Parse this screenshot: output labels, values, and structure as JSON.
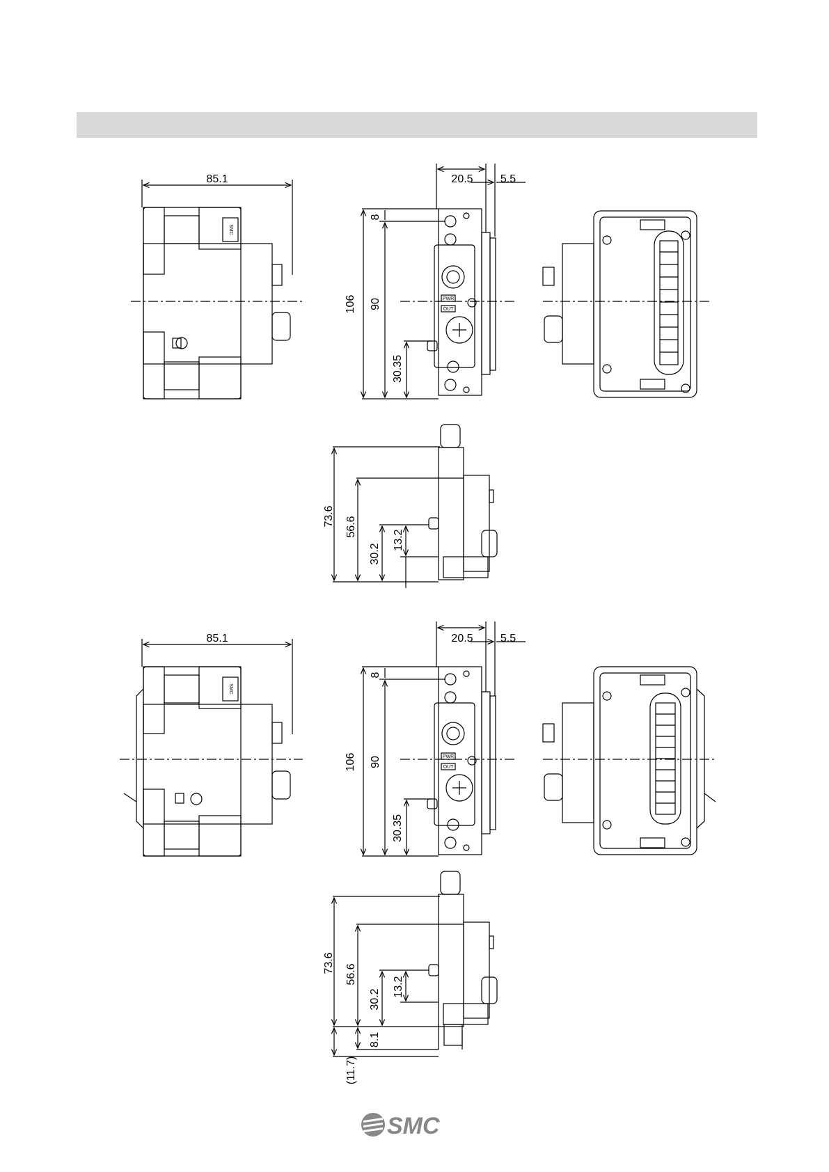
{
  "header": {
    "section_title": ""
  },
  "dimensions": {
    "top": {
      "left_width": "85.1",
      "front_offset": "20.5",
      "front_protrusion": "5.5",
      "front_pitch": "8",
      "front_total_height": "106",
      "front_height": "90",
      "front_lower": "30.35",
      "side_total": "73.6",
      "side_mid": "56.6",
      "side_lower": "30.2",
      "side_small": "13.2"
    },
    "bottom": {
      "left_width": "85.1",
      "front_offset": "20.5",
      "front_protrusion": "5.5",
      "front_pitch": "8",
      "front_total_height": "106",
      "front_height": "90",
      "front_lower": "30.35",
      "side_total": "73.6",
      "side_mid": "56.6",
      "side_lower": "30.2",
      "side_small": "13.2",
      "side_rail": "8.1",
      "side_rail_ref": "(11.7)"
    }
  },
  "labels": {
    "smc_plate": "SMC",
    "pwr_label": "PWR",
    "out_label": "OUT"
  },
  "logo": {
    "text": "SMC"
  }
}
